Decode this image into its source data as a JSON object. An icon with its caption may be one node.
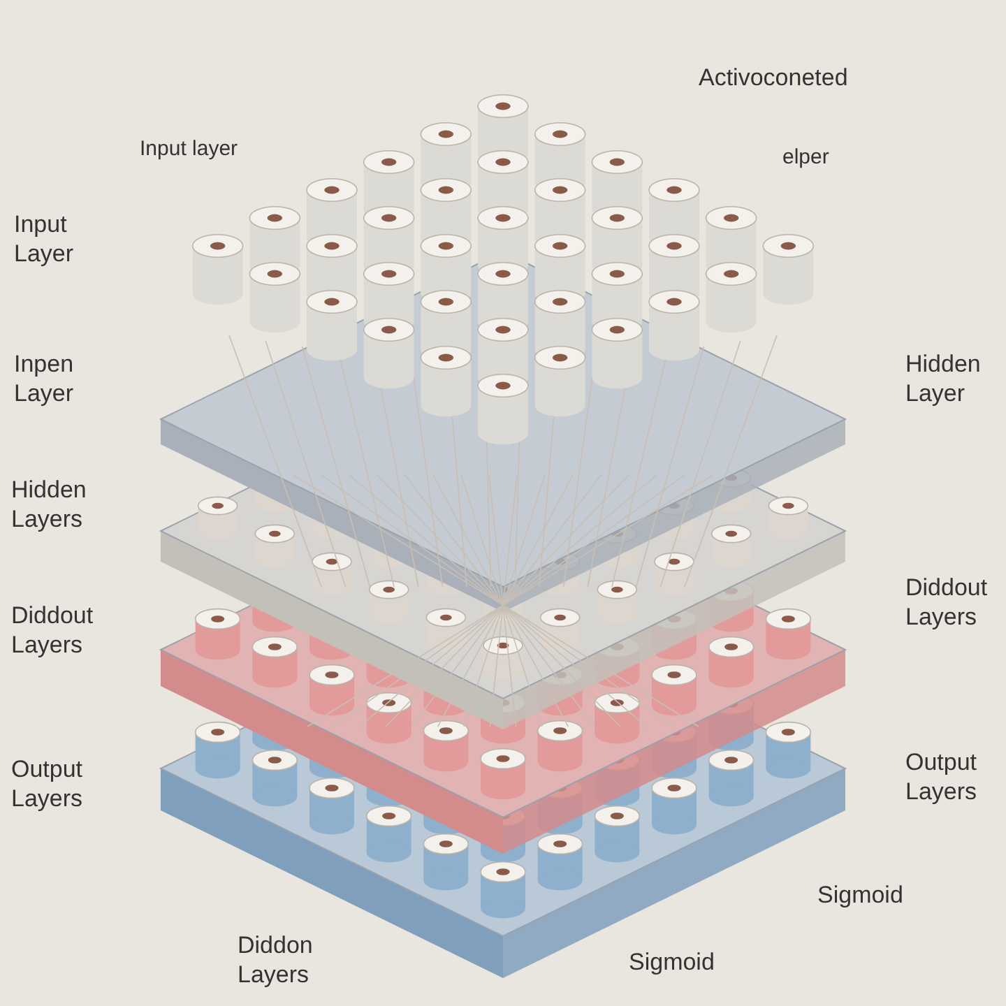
{
  "diagram": {
    "labels": [
      "Activoconeted",
      "Input layer",
      "elper",
      "Input Layer",
      "Inpen Layer",
      "Hidden Layer",
      "Hidden Layers",
      "Diddout Layers",
      "Diddout Layers",
      "Output Layers",
      "Output Layers",
      "Sigmoid",
      "Diddon Layers",
      "Sigmoid"
    ]
  }
}
